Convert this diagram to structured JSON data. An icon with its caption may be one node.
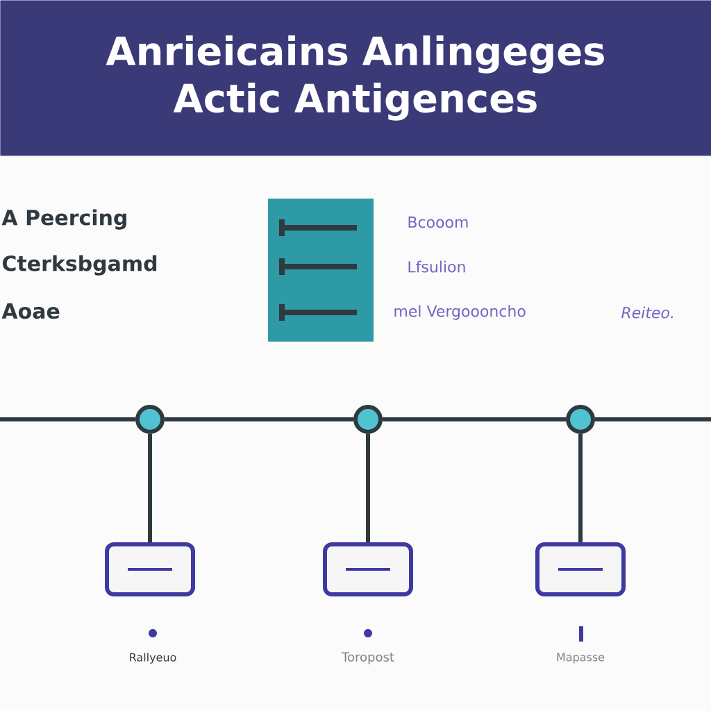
{
  "diagram": {
    "title": "Anrieicains Anlingeges Actic Antigences",
    "nodes": [
      {
        "text": [],
        "shape": "circle"
      },
      {
        "text": [],
        "shape": "circle"
      },
      {
        "text": [],
        "shape": "circle"
      },
      {
        "text": [],
        "shape": "box"
      },
      {
        "text": [],
        "shape": "box"
      },
      {
        "text": [],
        "shape": "box"
      }
    ],
    "edges": [
      {
        "from": 0,
        "to": 1,
        "arrow": "none"
      },
      {
        "from": 1,
        "to": 2,
        "arrow": "none"
      },
      {
        "from": 0,
        "to": 3,
        "arrow": "none"
      },
      {
        "from": 1,
        "to": 4,
        "arrow": "none"
      },
      {
        "from": 2,
        "to": 5,
        "arrow": "none"
      }
    ],
    "labels": [
      "A Peercing",
      "Cterksbgamd",
      "Aoae",
      "Bcooom",
      "Lfsulion",
      "mel Vergoooncho",
      "Reiteo.",
      "Rallyeuo",
      "Toropost",
      "Mapasse"
    ]
  }
}
